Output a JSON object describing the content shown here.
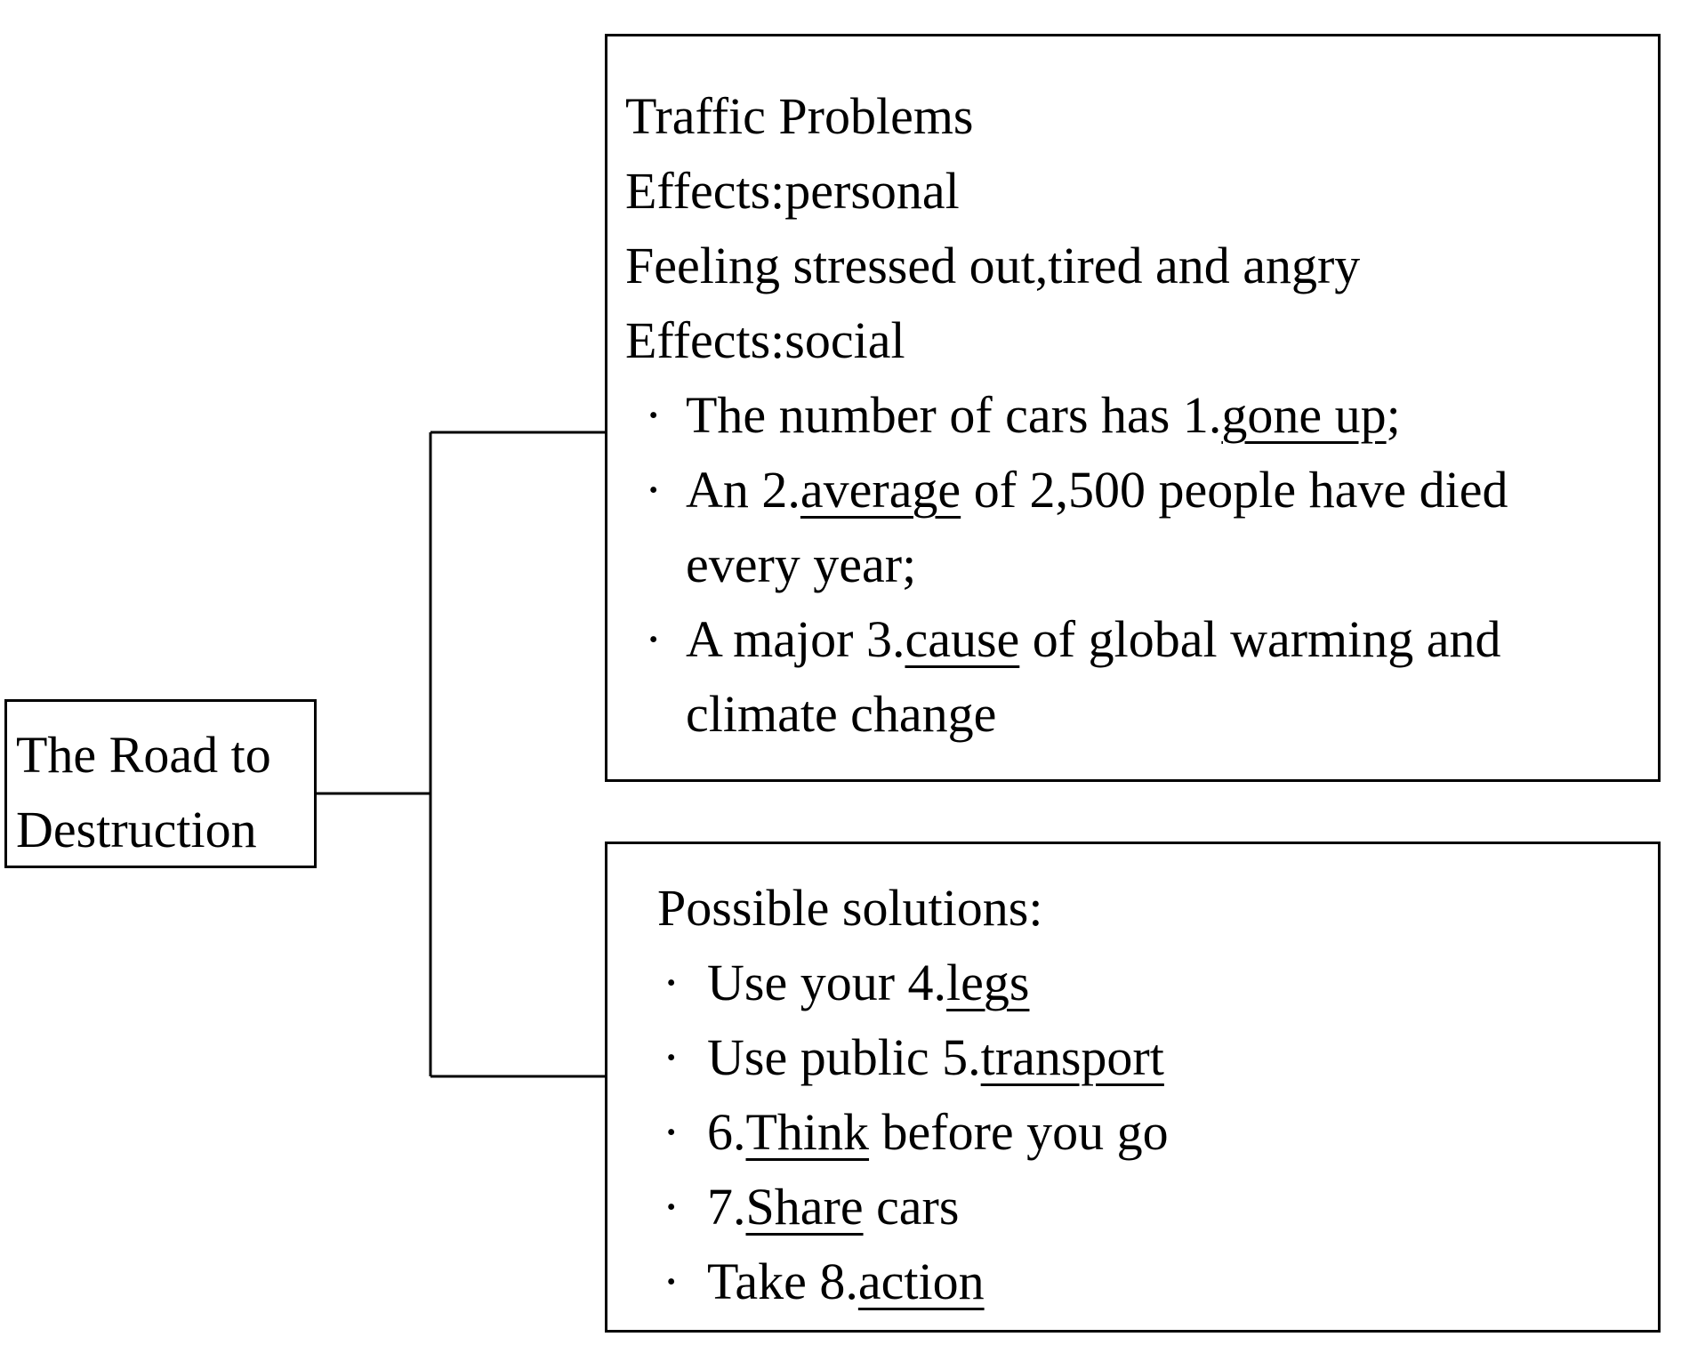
{
  "root": {
    "line1": "The Road to",
    "line2": "Destruction"
  },
  "problems": {
    "title": "Traffic Problems",
    "personal_heading": "Effects:personal",
    "personal_text": "Feeling stressed out,tired and angry",
    "social_heading": "Effects:social",
    "bullet_symbol": "·",
    "items": [
      {
        "pre": "The number of cars has 1.",
        "answer": "gone up",
        "post": ";"
      },
      {
        "pre": "An 2.",
        "answer": "average",
        "post": " of 2,500 people have died",
        "cont": "every year;"
      },
      {
        "pre": "A major 3.",
        "answer": "cause",
        "post": " of global warming and",
        "cont": "climate change"
      }
    ]
  },
  "solutions": {
    "title": "Possible solutions:",
    "bullet_symbol": "·",
    "items": [
      {
        "pre": "Use your 4.",
        "answer": "legs",
        "post": ""
      },
      {
        "pre": "Use public 5.",
        "answer": "transport",
        "post": ""
      },
      {
        "pre": "6.",
        "answer": "Think",
        "post": " before you go"
      },
      {
        "pre": "7.",
        "answer": "Share",
        "post": " cars"
      },
      {
        "pre": "Take 8.",
        "answer": "action",
        "post": ""
      }
    ]
  }
}
